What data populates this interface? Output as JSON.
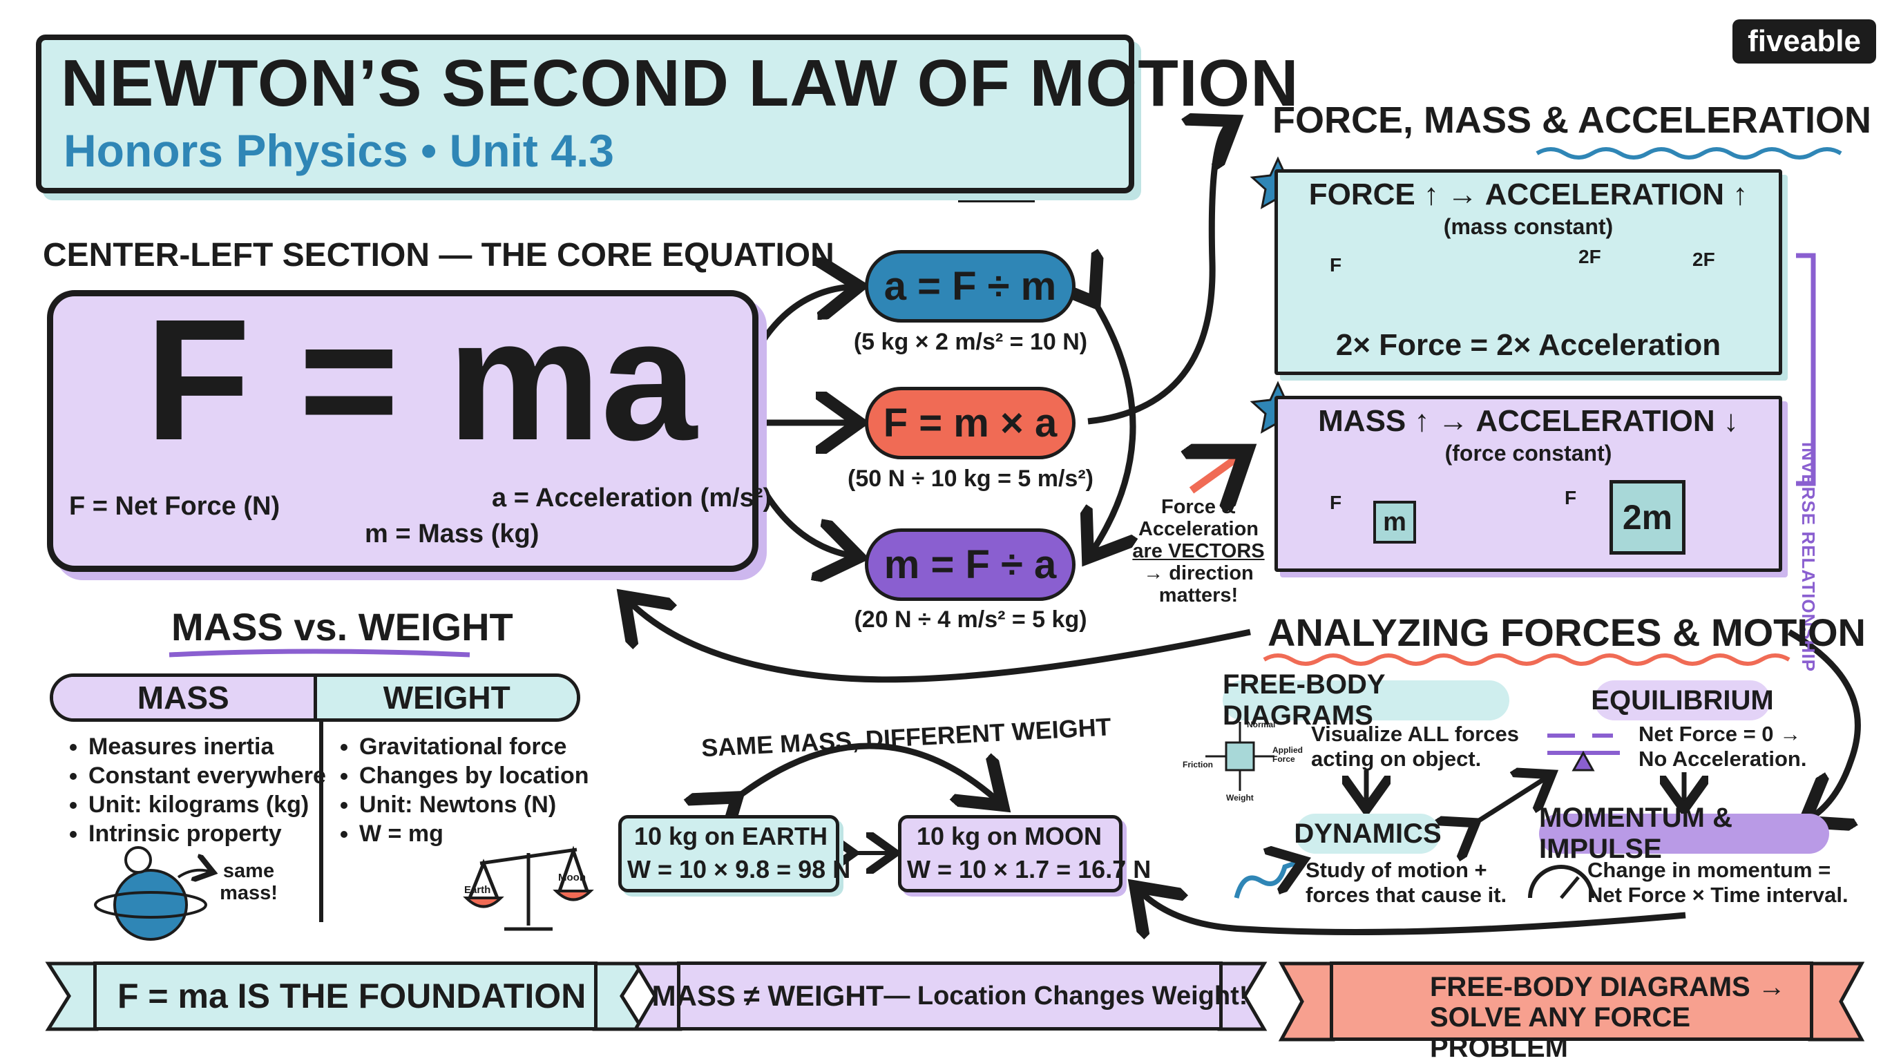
{
  "header": {
    "title": "NEWTON’S SECOND LAW OF MOTION",
    "subtitle": "Honors Physics • Unit 4.3",
    "brand": "fiveable",
    "arrow_icon": "push-arrow-icon"
  },
  "core": {
    "section_label": "CENTER-LEFT SECTION — THE CORE EQUATION",
    "equation": "F = ma",
    "f_label": "F = Net Force (N)",
    "m_label": "m = Mass (kg)",
    "a_label": "a = Acceleration (m/s²)"
  },
  "forms": {
    "acc": {
      "formula": "a = F ÷ m",
      "example": "(5 kg × 2 m/s² = 10 N)",
      "color": "#2f86b6"
    },
    "force": {
      "formula": "F = m × a",
      "example": "(50 N ÷ 10 kg = 5 m/s²)",
      "color": "#f06b55"
    },
    "mass": {
      "formula": "m = F ÷ a",
      "example": "(20 N ÷ 4 m/s² = 5 kg)",
      "color": "#8a5fd0"
    }
  },
  "vectors_note": {
    "line1": "Force &",
    "line2": "Acceleration",
    "line3": "are VECTORS",
    "line4": "→ direction",
    "line5": "matters!"
  },
  "fma": {
    "title": "FORCE, MASS & ACCELERATION",
    "box1": {
      "heading": "FORCE ↑ → ACCELERATION ↑",
      "sub": "(mass constant)",
      "f": "F",
      "f2a": "2F",
      "f2b": "2F",
      "caption": "2× Force = 2× Acceleration"
    },
    "box2": {
      "heading": "MASS ↑ → ACCELERATION ↓",
      "sub": "(force constant)",
      "f1": "F",
      "m1": "m",
      "f2": "F",
      "m2": "2m"
    },
    "side_label": "INVERSE RELATIONSHIP"
  },
  "mass_weight": {
    "title": "MASS vs. WEIGHT",
    "mass_head": "MASS",
    "weight_head": "WEIGHT",
    "mass_items": [
      "Measures inertia",
      "Constant everywhere",
      "Unit: kilograms (kg)",
      "Intrinsic property"
    ],
    "weight_items": [
      "Gravitational force",
      "Changes by location",
      "Unit: Newtons (N)",
      "W = mg"
    ],
    "same_note": "same mass!",
    "scale_left": "Earth",
    "scale_right": "Moon"
  },
  "earth_moon": {
    "arc_label": "SAME MASS, DIFFERENT WEIGHT",
    "earth_line1": "10 kg on EARTH",
    "earth_line2": "W = 10 × 9.8 = 98 N",
    "moon_line1": "10 kg on MOON",
    "moon_line2": "W = 10 × 1.7 = 16.7 N"
  },
  "analyzing": {
    "title": "ANALYZING FORCES & MOTION",
    "fbd_tag": "FREE-BODY DIAGRAMS",
    "fbd_text1": "Visualize ALL forces",
    "fbd_text2": "acting on object.",
    "fbd_normal": "Normal",
    "fbd_applied": "Applied Force",
    "fbd_friction": "Friction",
    "fbd_weight": "Weight",
    "eq_tag": "EQUILIBRIUM",
    "eq_text1": "Net Force = 0 →",
    "eq_text2": "No Acceleration.",
    "dyn_tag": "DYNAMICS",
    "dyn_text1": "Study of motion +",
    "dyn_text2": "forces that cause it.",
    "mom_tag": "MOMENTUM & IMPULSE",
    "mom_text1": "Change in momentum =",
    "mom_text2": "Net Force × Time interval."
  },
  "banners": {
    "b1": "F = ma IS THE FOUNDATION",
    "b2_strong": "MASS ≠ WEIGHT",
    "b2_rest": " — Location Changes Weight!",
    "b3_line1": "FREE-BODY DIAGRAMS →",
    "b3_line2": "SOLVE ANY FORCE PROBLEM"
  },
  "colors": {
    "teal": "#cfeeee",
    "lavender": "#e3d3f7",
    "coral": "#f06b55",
    "blue": "#2f86b6",
    "purple": "#8a5fd0",
    "ink": "#1c1c1c"
  }
}
